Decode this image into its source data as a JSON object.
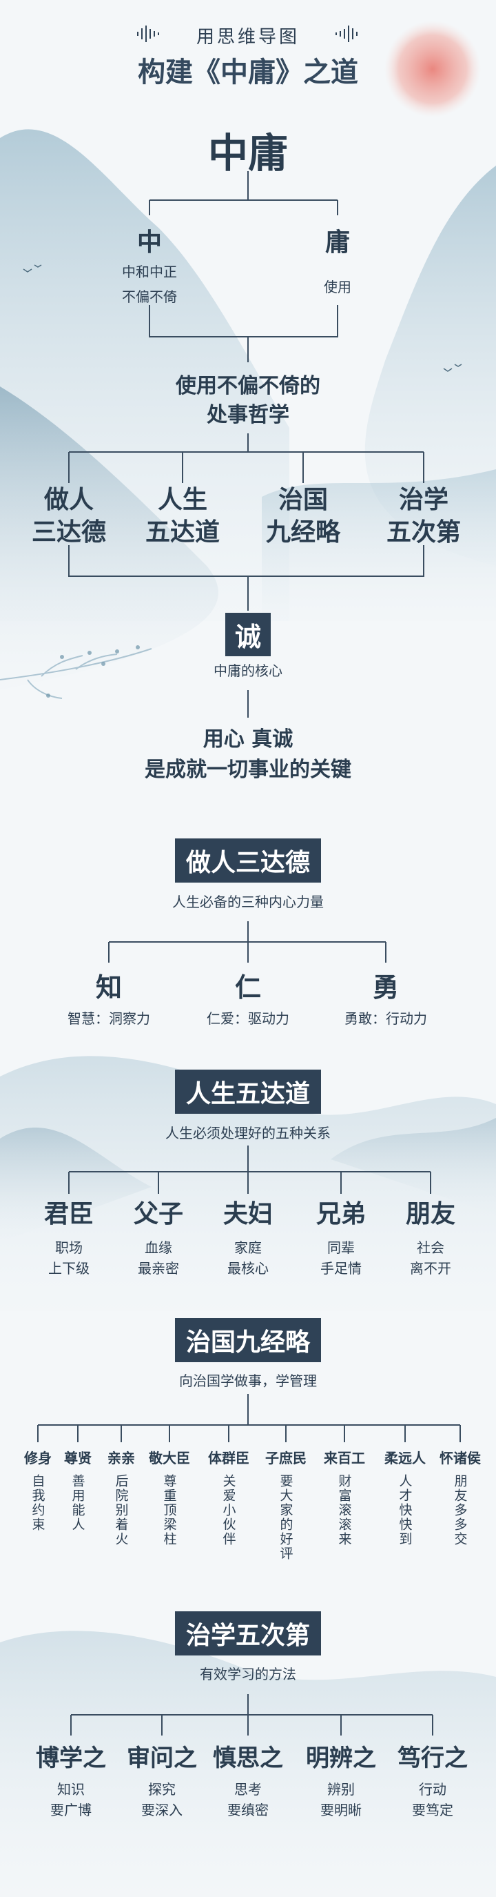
{
  "header": {
    "subtitle": "用思维导图",
    "title": "构建《中庸》之道"
  },
  "root": {
    "title": "中庸",
    "zhong": {
      "label": "中",
      "desc1": "中和中正",
      "desc2": "不偏不倚"
    },
    "yong": {
      "label": "庸",
      "desc": "使用"
    },
    "philosophy": [
      "使用不偏不倚的",
      "处事哲学"
    ],
    "branches": [
      {
        "line1": "做人",
        "line2": "三达德"
      },
      {
        "line1": "人生",
        "line2": "五达道"
      },
      {
        "line1": "治国",
        "line2": "九经略"
      },
      {
        "line1": "治学",
        "line2": "五次第"
      }
    ],
    "core": {
      "label": "诚",
      "caption": "中庸的核心",
      "line1": "用心 真诚",
      "line2": "是成就一切事业的关键"
    }
  },
  "section1": {
    "title": "做人三达德",
    "caption": "人生必备的三种内心力量",
    "items": [
      {
        "name": "知",
        "desc": "智慧：洞察力"
      },
      {
        "name": "仁",
        "desc": "仁爱：驱动力"
      },
      {
        "name": "勇",
        "desc": "勇敢：行动力"
      }
    ]
  },
  "section2": {
    "title": "人生五达道",
    "caption": "人生必须处理好的五种关系",
    "items": [
      {
        "name": "君臣",
        "d1": "职场",
        "d2": "上下级"
      },
      {
        "name": "父子",
        "d1": "血缘",
        "d2": "最亲密"
      },
      {
        "name": "夫妇",
        "d1": "家庭",
        "d2": "最核心"
      },
      {
        "name": "兄弟",
        "d1": "同辈",
        "d2": "手足情"
      },
      {
        "name": "朋友",
        "d1": "社会",
        "d2": "离不开"
      }
    ]
  },
  "section3": {
    "title": "治国九经略",
    "caption": "向治国学做事，学管理",
    "items": [
      {
        "name": "修身",
        "desc": "自我约束"
      },
      {
        "name": "尊贤",
        "desc": "善用能人"
      },
      {
        "name": "亲亲",
        "desc": "后院别着火"
      },
      {
        "name": "敬大臣",
        "desc": "尊重顶梁柱"
      },
      {
        "name": "体群臣",
        "desc": "关爱小伙伴"
      },
      {
        "name": "子庶民",
        "desc": "要大家的好评"
      },
      {
        "name": "来百工",
        "desc": "财富滚滚来"
      },
      {
        "name": "柔远人",
        "desc": "人才快快到"
      },
      {
        "name": "怀诸侯",
        "desc": "朋友多多交"
      }
    ]
  },
  "section4": {
    "title": "治学五次第",
    "caption": "有效学习的方法",
    "items": [
      {
        "name": "博学之",
        "d1": "知识",
        "d2": "要广博"
      },
      {
        "name": "审问之",
        "d1": "探究",
        "d2": "要深入"
      },
      {
        "name": "慎思之",
        "d1": "思考",
        "d2": "要缜密"
      },
      {
        "name": "明辨之",
        "d1": "辨别",
        "d2": "要明晰"
      },
      {
        "name": "笃行之",
        "d1": "行动",
        "d2": "要笃定"
      }
    ]
  },
  "colors": {
    "ink": "#2f4256",
    "line": "#3a4d60",
    "sun": "#e8736a",
    "mist": "#9fbfd0"
  }
}
